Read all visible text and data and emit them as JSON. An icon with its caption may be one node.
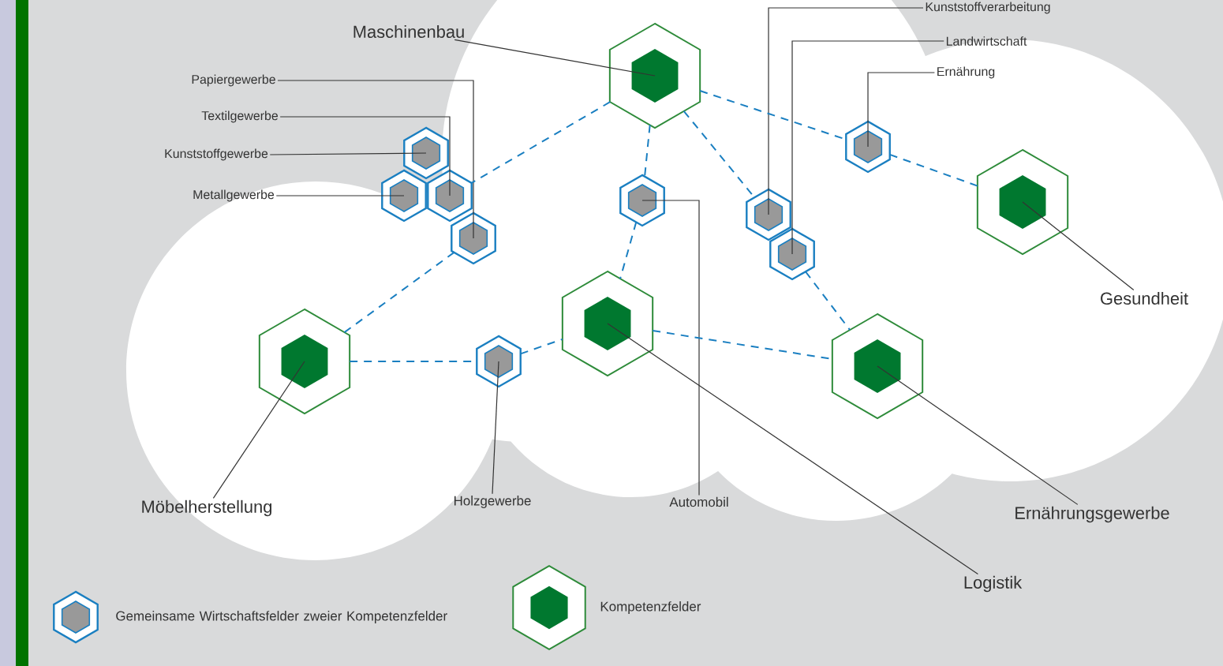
{
  "diagram": {
    "nodes": [
      {
        "text": [
          "Kunststoffverarbeitung"
        ]
      },
      {
        "text": [
          "Landwirtschaft"
        ]
      },
      {
        "text": [
          "Maschinenbau"
        ]
      },
      {
        "text": [
          "Ernährung"
        ]
      },
      {
        "text": [],
        "shape": "hexagon"
      },
      {
        "text": [
          "Papiergewerbe"
        ]
      },
      {
        "text": [
          "Textilgewerbe"
        ]
      },
      {
        "text": [
          "Kunststoffgewerbe"
        ]
      },
      {
        "text": [
          "Metallgewerbe"
        ]
      },
      {
        "text": [],
        "shape": "hexagon"
      },
      {
        "text": [],
        "shape": "hexagon"
      },
      {
        "text": [],
        "shape": "hexagon"
      },
      {
        "text": [],
        "shape": "hexagon"
      },
      {
        "text": [],
        "shape": "hexagon"
      },
      {
        "text": [],
        "shape": "hexagon"
      },
      {
        "text": [],
        "shape": "hexagon"
      },
      {
        "text": [],
        "shape": "hexagon"
      },
      {
        "text": [],
        "shape": "hexagon"
      },
      {
        "text": [
          "Gesundheit"
        ]
      },
      {
        "text": [],
        "shape": "hexagon"
      },
      {
        "text": [],
        "shape": "hexagon"
      },
      {
        "text": [],
        "shape": "hexagon"
      },
      {
        "text": [],
        "shape": "hexagon"
      },
      {
        "text": [
          "Möbelherstellung"
        ]
      },
      {
        "text": [
          "Holzgewerbe"
        ]
      },
      {
        "text": [
          "Automobil"
        ]
      },
      {
        "text": [
          "Ernährungsgewerbe"
        ]
      },
      {
        "text": [
          "Logistik"
        ]
      }
    ],
    "edges": [
      {
        "from": 2,
        "to": 4,
        "arrow": "none"
      },
      {
        "from": 5,
        "to": 16,
        "arrow": "none"
      },
      {
        "from": 6,
        "to": 12,
        "arrow": "none"
      },
      {
        "from": 7,
        "to": 9,
        "arrow": "none"
      },
      {
        "from": 8,
        "to": 11,
        "arrow": "none"
      },
      {
        "from": 0,
        "to": 15,
        "arrow": "none"
      },
      {
        "from": 1,
        "to": 17,
        "arrow": "none"
      },
      {
        "from": 3,
        "to": 10,
        "arrow": "none"
      },
      {
        "from": 18,
        "to": 14,
        "arrow": "none"
      },
      {
        "from": 23,
        "to": 20,
        "arrow": "none"
      },
      {
        "from": 24,
        "to": 21,
        "arrow": "none"
      },
      {
        "from": 25,
        "to": 13,
        "arrow": "none"
      },
      {
        "from": 26,
        "to": 22,
        "arrow": "none"
      },
      {
        "from": 27,
        "to": 19,
        "arrow": "none"
      },
      {
        "from": 4,
        "to": 12,
        "arrow": "none",
        "style": "dashed",
        "color": "#1a7fc1"
      },
      {
        "from": 16,
        "to": 20,
        "arrow": "none",
        "style": "dashed",
        "color": "#1a7fc1"
      },
      {
        "from": 20,
        "to": 21,
        "arrow": "none",
        "style": "dashed",
        "color": "#1a7fc1"
      },
      {
        "from": 21,
        "to": 19,
        "arrow": "none",
        "style": "dashed",
        "color": "#1a7fc1"
      },
      {
        "from": 4,
        "to": 13,
        "arrow": "none",
        "style": "dashed",
        "color": "#1a7fc1"
      },
      {
        "from": 13,
        "to": 19,
        "arrow": "none",
        "style": "dashed",
        "color": "#1a7fc1"
      },
      {
        "from": 4,
        "to": 15,
        "arrow": "none",
        "style": "dashed",
        "color": "#1a7fc1"
      },
      {
        "from": 17,
        "to": 22,
        "arrow": "none",
        "style": "dashed",
        "color": "#1a7fc1"
      },
      {
        "from": 4,
        "to": 10,
        "arrow": "none",
        "style": "dashed",
        "color": "#1a7fc1"
      },
      {
        "from": 10,
        "to": 14,
        "arrow": "none",
        "style": "dashed",
        "color": "#1a7fc1"
      },
      {
        "from": 19,
        "to": 22,
        "arrow": "none",
        "style": "dashed",
        "color": "#1a7fc1"
      }
    ],
    "legend": [
      {
        "text": "Gemeinsame Wirtschaftsfelder zweier Kompetenzfelder"
      },
      {
        "text": "Kompetenzfelder"
      }
    ]
  }
}
